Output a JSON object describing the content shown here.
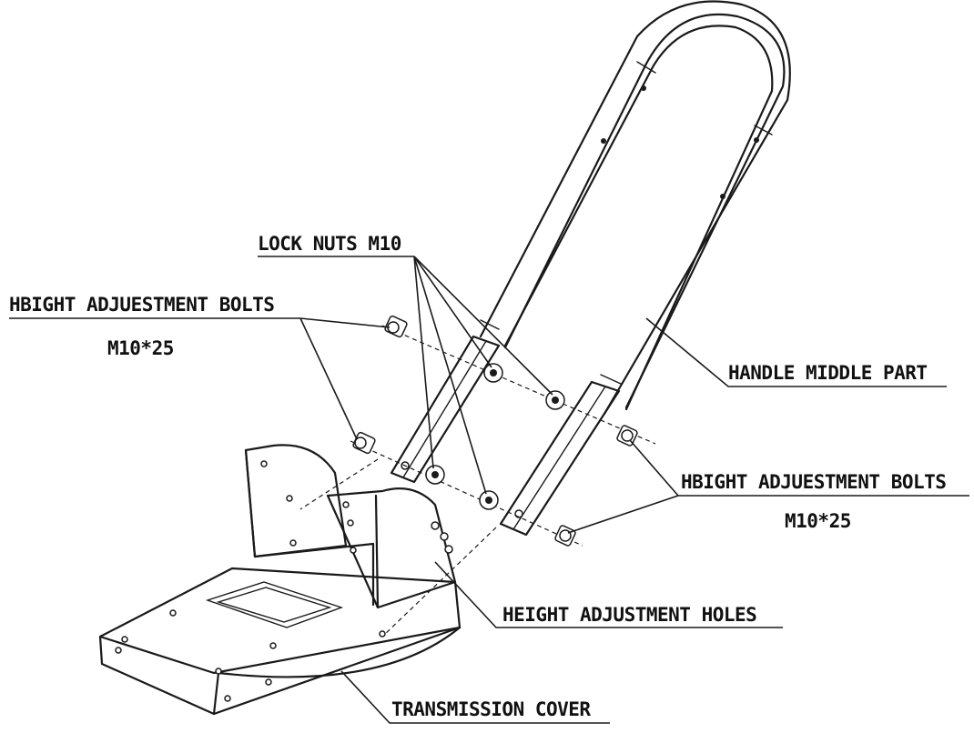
{
  "labels": {
    "lock_nuts": "LOCK NUTS M10",
    "height_bolts_left_title": "HBIGHT ADJUESTMENT BOLTS",
    "height_bolts_left_size": "M10*25",
    "handle_middle_part": "HANDLE MIDDLE PART",
    "height_bolts_right_title": "HBIGHT ADJUESTMENT BOLTS",
    "height_bolts_right_size": "M10*25",
    "height_adjustment_holes": "HEIGHT ADJUSTMENT HOLES",
    "transmission_cover": "TRANSMISSION COVER"
  }
}
